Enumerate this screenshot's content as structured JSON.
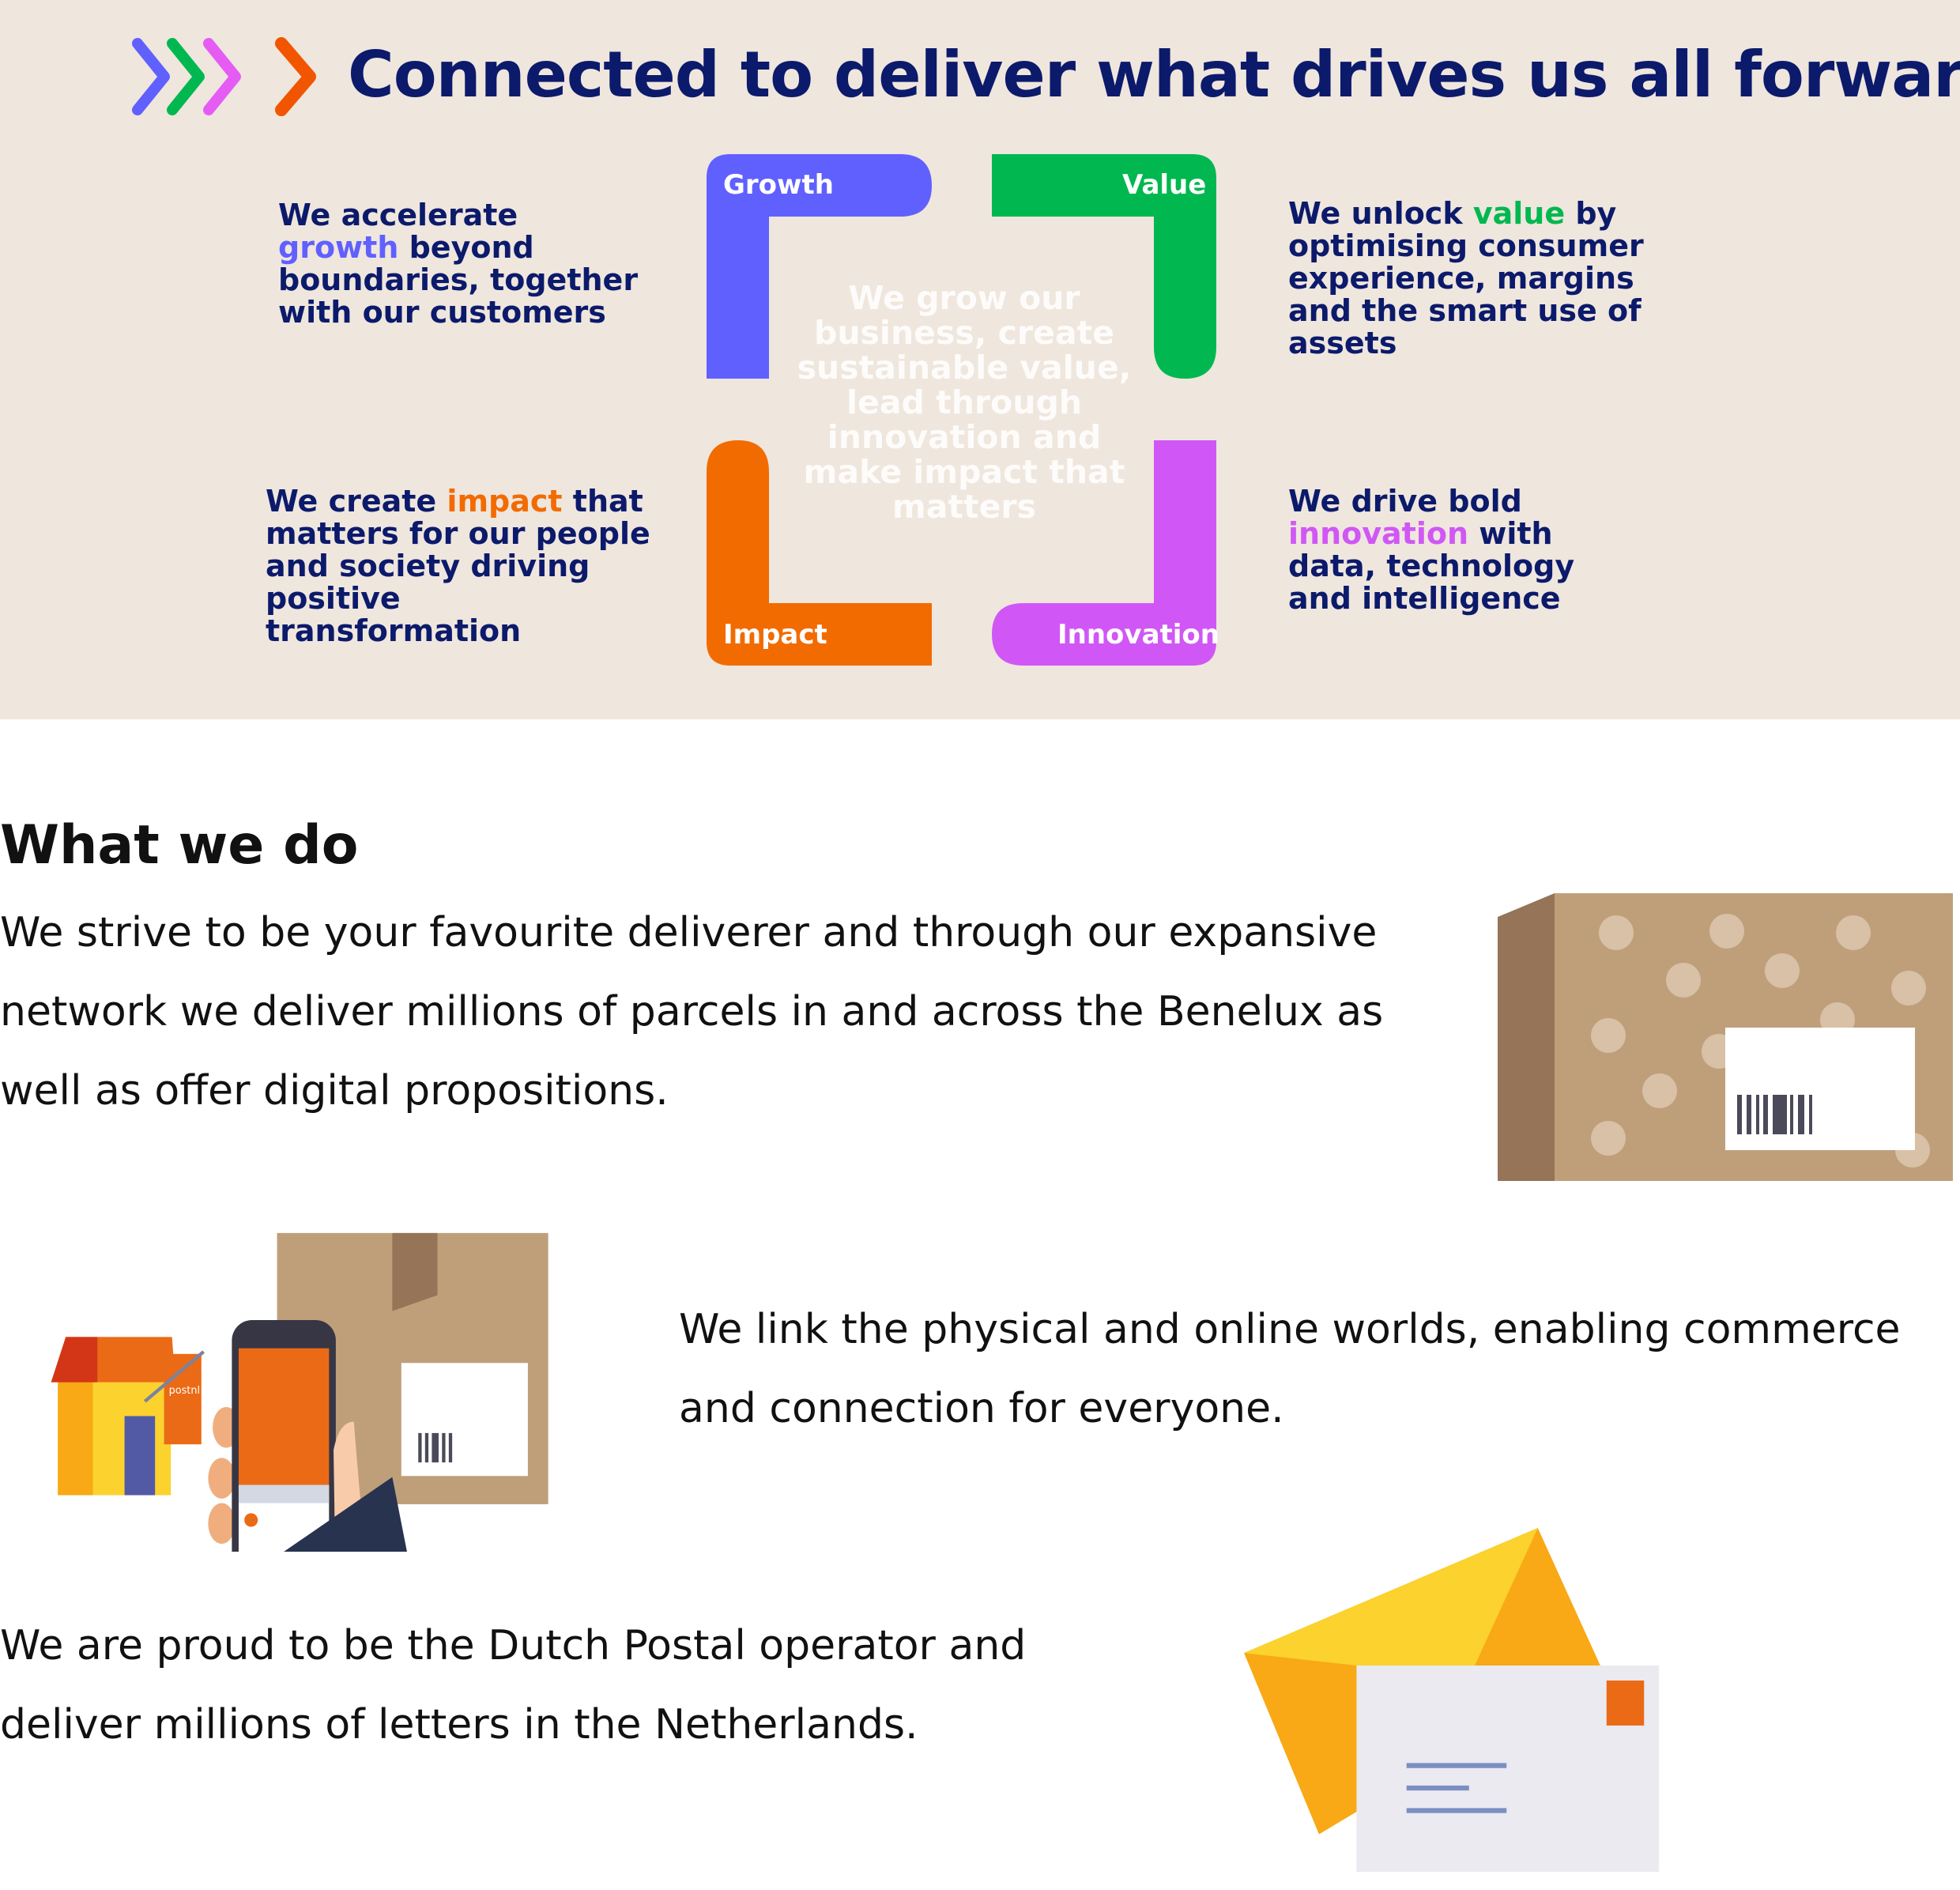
{
  "header": {
    "title": "Connected to deliver what drives us all forward"
  },
  "pillars": {
    "growth": {
      "label": "Growth",
      "color": "#6060ff",
      "text_pre": "We accelerate ",
      "text_hl": "growth",
      "text_post": " beyond boundaries, together with our customers"
    },
    "value": {
      "label": "Value",
      "color": "#00b84f",
      "text_pre": "We unlock ",
      "text_hl": "value",
      "text_post": " by optimising consumer experience, margins and the smart use of assets"
    },
    "impact": {
      "label": "Impact",
      "color": "#f26b00",
      "text_pre": "We create ",
      "text_hl": "impact",
      "text_post": " that matters for our people and society driving positive transformation"
    },
    "innovation": {
      "label": "Innovation",
      "color": "#d057f5",
      "text_pre": "We drive bold ",
      "text_hl": "innovation",
      "text_post": " with data, technology and intelligence"
    },
    "center": "We grow our business, create sustainable value, lead through innovation and make impact that matters"
  },
  "what_we_do": {
    "heading": "What we do",
    "p1": "We strive to be your favourite deliverer and through our expansive network we deliver millions of parcels in and across the Benelux as well as offer digital propositions.",
    "p2": "We link the physical and online worlds, enabling commerce and connection for everyone.",
    "p3": "We are proud to be the Dutch Postal operator and deliver millions of letters in the Netherlands.",
    "logo_text": "postnl"
  }
}
